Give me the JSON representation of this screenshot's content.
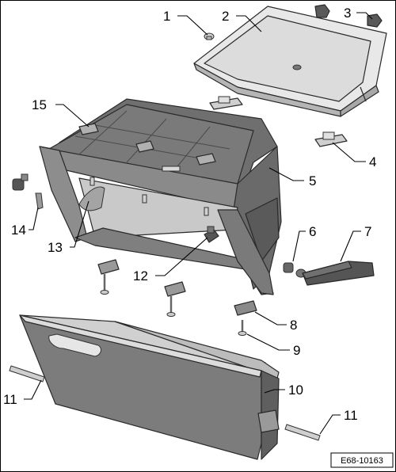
{
  "figure": {
    "code": "E68-10163",
    "callouts": [
      "1",
      "2",
      "3",
      "4",
      "5",
      "6",
      "7",
      "8",
      "9",
      "10",
      "11",
      "12",
      "13",
      "14",
      "15",
      "11"
    ]
  },
  "colors": {
    "part_light": "#e4e4e4",
    "part_mid": "#b9b9b9",
    "part_dark": "#7c7c7c",
    "part_darker": "#5e5e5e",
    "outline": "#2a2a2a"
  }
}
